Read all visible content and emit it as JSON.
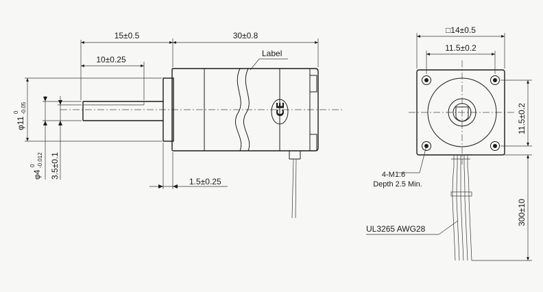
{
  "side_view": {
    "dim_shaft_length": "15±0.5",
    "dim_body_length": "30±0.8",
    "dim_flat_length": "10±0.25",
    "label_callout": "Label",
    "dim_boss_diameter": "φ11",
    "dim_boss_tol_upper": "0",
    "dim_boss_tol_lower": "-0.05",
    "dim_shaft_diameter": "φ4",
    "dim_shaft_tol_upper": "0",
    "dim_shaft_tol_lower": "-0.012",
    "dim_flat_depth": "3.5±0.1",
    "dim_boss_length": "1.5±0.25",
    "ce_mark": "CE"
  },
  "front_view": {
    "dim_frame_size": "□14±0.5",
    "dim_hole_spacing_h": "11.5±0.2",
    "dim_hole_spacing_v": "11.5±0.2",
    "hole_callout_line1": "4-M1.6",
    "hole_callout_line2": "Depth 2.5 Min.",
    "dim_lead_length": "300±10",
    "wire_spec": "UL3265 AWG28"
  }
}
